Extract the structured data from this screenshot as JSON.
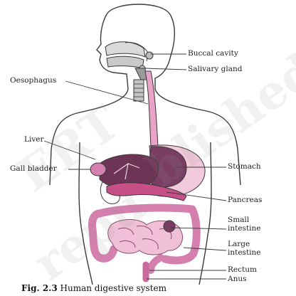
{
  "labels": {
    "buccal_cavity": "Buccal cavity",
    "salivary_gland": "Salivary gland",
    "oesophagus": "Oesophagus",
    "liver": "Liver",
    "gall_bladder": "Gall bladder",
    "stomach": "Stomach",
    "pancreas": "Pancreas",
    "small_intestine_1": "Small",
    "small_intestine_2": "intestine",
    "large_intestine_1": "Large",
    "large_intestine_2": "intestine",
    "rectum": "Rectum",
    "anus": "Anus"
  },
  "caption": {
    "prefix": "Fig. 2.3",
    "text": "Human digestive system"
  },
  "watermark": {
    "line1": "ERT",
    "line2": "blished",
    "line3": "repu"
  },
  "colors": {
    "outline": "#3a3a3a",
    "organ_dark": "#7a3d63",
    "organ_mid": "#b06a93",
    "organ_pink": "#e89bc4",
    "intestine": "#d47fae",
    "light_pink": "#f3c9dc"
  }
}
